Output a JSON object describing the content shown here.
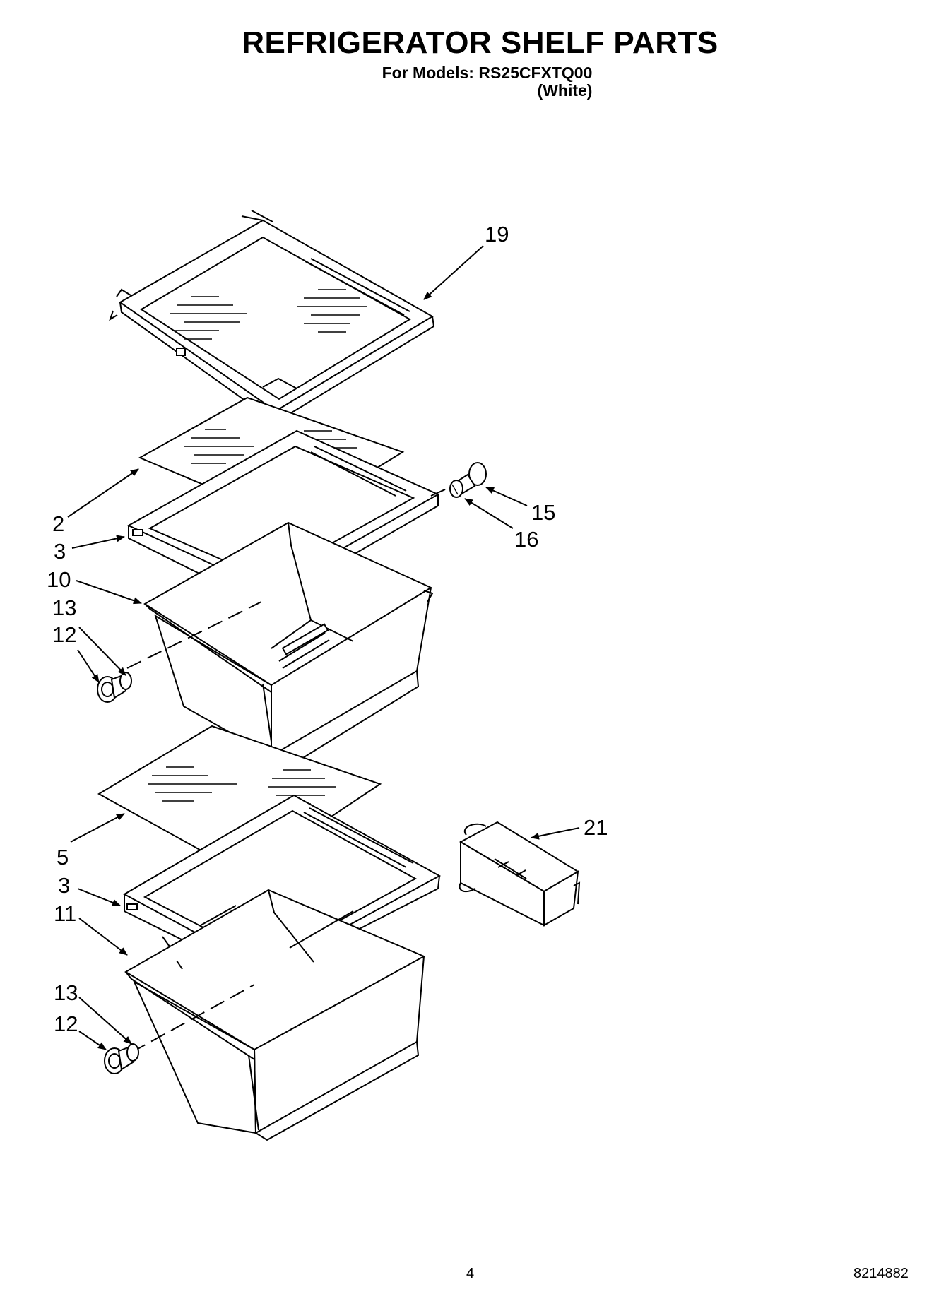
{
  "header": {
    "title": "REFRIGERATOR SHELF PARTS",
    "models_line": "For Models: RS25CFXTQ00",
    "color_line": "(White)"
  },
  "callouts": {
    "c19": "19",
    "c2": "2",
    "c3a": "3",
    "c10": "10",
    "c13a": "13",
    "c12a": "12",
    "c15": "15",
    "c16": "16",
    "c5": "5",
    "c3b": "3",
    "c11": "11",
    "c13b": "13",
    "c12b": "12",
    "c21": "21"
  },
  "footer": {
    "page_number": "4",
    "doc_number": "8214882"
  }
}
